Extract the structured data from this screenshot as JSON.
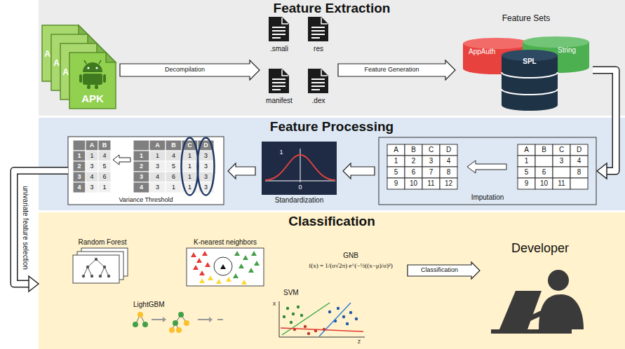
{
  "diagram": {
    "nodes": [
      {
        "text": [
          "Feature Extraction"
        ]
      },
      {
        "text": [
          "APK"
        ],
        "in": 0
      },
      {
        "text": [
          ".smali"
        ],
        "in": 0
      },
      {
        "text": [
          "res"
        ],
        "in": 0
      },
      {
        "text": [
          "manifest"
        ],
        "in": 0
      },
      {
        "text": [
          ".dex"
        ],
        "in": 0
      },
      {
        "text": [
          "Feature Sets"
        ],
        "in": 0
      },
      {
        "text": [
          "AppAuth"
        ],
        "in": 6
      },
      {
        "text": [
          "String"
        ],
        "in": 6
      },
      {
        "text": [
          "SPL"
        ],
        "in": 6
      },
      {
        "text": [
          "Feature Processing"
        ]
      },
      {
        "text": [
          "Imputation"
        ],
        "in": 10
      },
      {
        "text": [
          "Standardization"
        ],
        "in": 10
      },
      {
        "text": [
          "Variance Threshold"
        ],
        "in": 10
      },
      {
        "text": [
          "Classification"
        ]
      },
      {
        "text": [
          "Random Forest"
        ],
        "in": 14
      },
      {
        "text": [
          "K-nearest neighbors"
        ],
        "in": 14
      },
      {
        "text": [
          "GNB",
          "f(x) = 1/(σ√2π) e^(−½((x−μ)/σ)²)"
        ],
        "in": 14
      },
      {
        "text": [
          "SVM"
        ],
        "in": 14
      },
      {
        "text": [
          "LightGBM"
        ],
        "in": 14
      },
      {
        "text": [
          "Developer"
        ],
        "in": 14
      }
    ],
    "edges": [
      {
        "from": 1,
        "to": 2,
        "label": "Decompilation",
        "arrow": "to"
      },
      {
        "from": 3,
        "to": 6,
        "label": "Feature Generation",
        "arrow": "to"
      },
      {
        "from": 6,
        "to": 11,
        "arrow": "to"
      },
      {
        "from": 11,
        "to": 12,
        "arrow": "to"
      },
      {
        "from": 12,
        "to": 13,
        "arrow": "to"
      },
      {
        "from": 13,
        "to": 14,
        "label": "univariate feature selection",
        "arrow": "to"
      },
      {
        "from": 17,
        "to": 20,
        "label": "Classification",
        "arrow": "to"
      }
    ],
    "labels": [
      "A",
      "A",
      "A",
      "A",
      "B",
      "C",
      "D",
      "1",
      "2",
      "3",
      "4",
      "5",
      "6",
      "7",
      "8",
      "9",
      "10",
      "11",
      "12",
      "A",
      "B",
      "C",
      "D",
      "1",
      "3",
      "4",
      "5",
      "6",
      "8",
      "9",
      "10",
      "11",
      "1",
      "0",
      "A",
      "B",
      "1",
      "1",
      "4",
      "2",
      "3",
      "5",
      "3",
      "4",
      "6",
      "4",
      "3",
      "1",
      "A",
      "B",
      "C",
      "D",
      "1",
      "1",
      "4",
      "1",
      "3",
      "2",
      "3",
      "5",
      "1",
      "3",
      "3",
      "4",
      "6",
      "1",
      "3",
      "4",
      "3",
      "1",
      "1",
      "3",
      "x",
      "z"
    ]
  }
}
